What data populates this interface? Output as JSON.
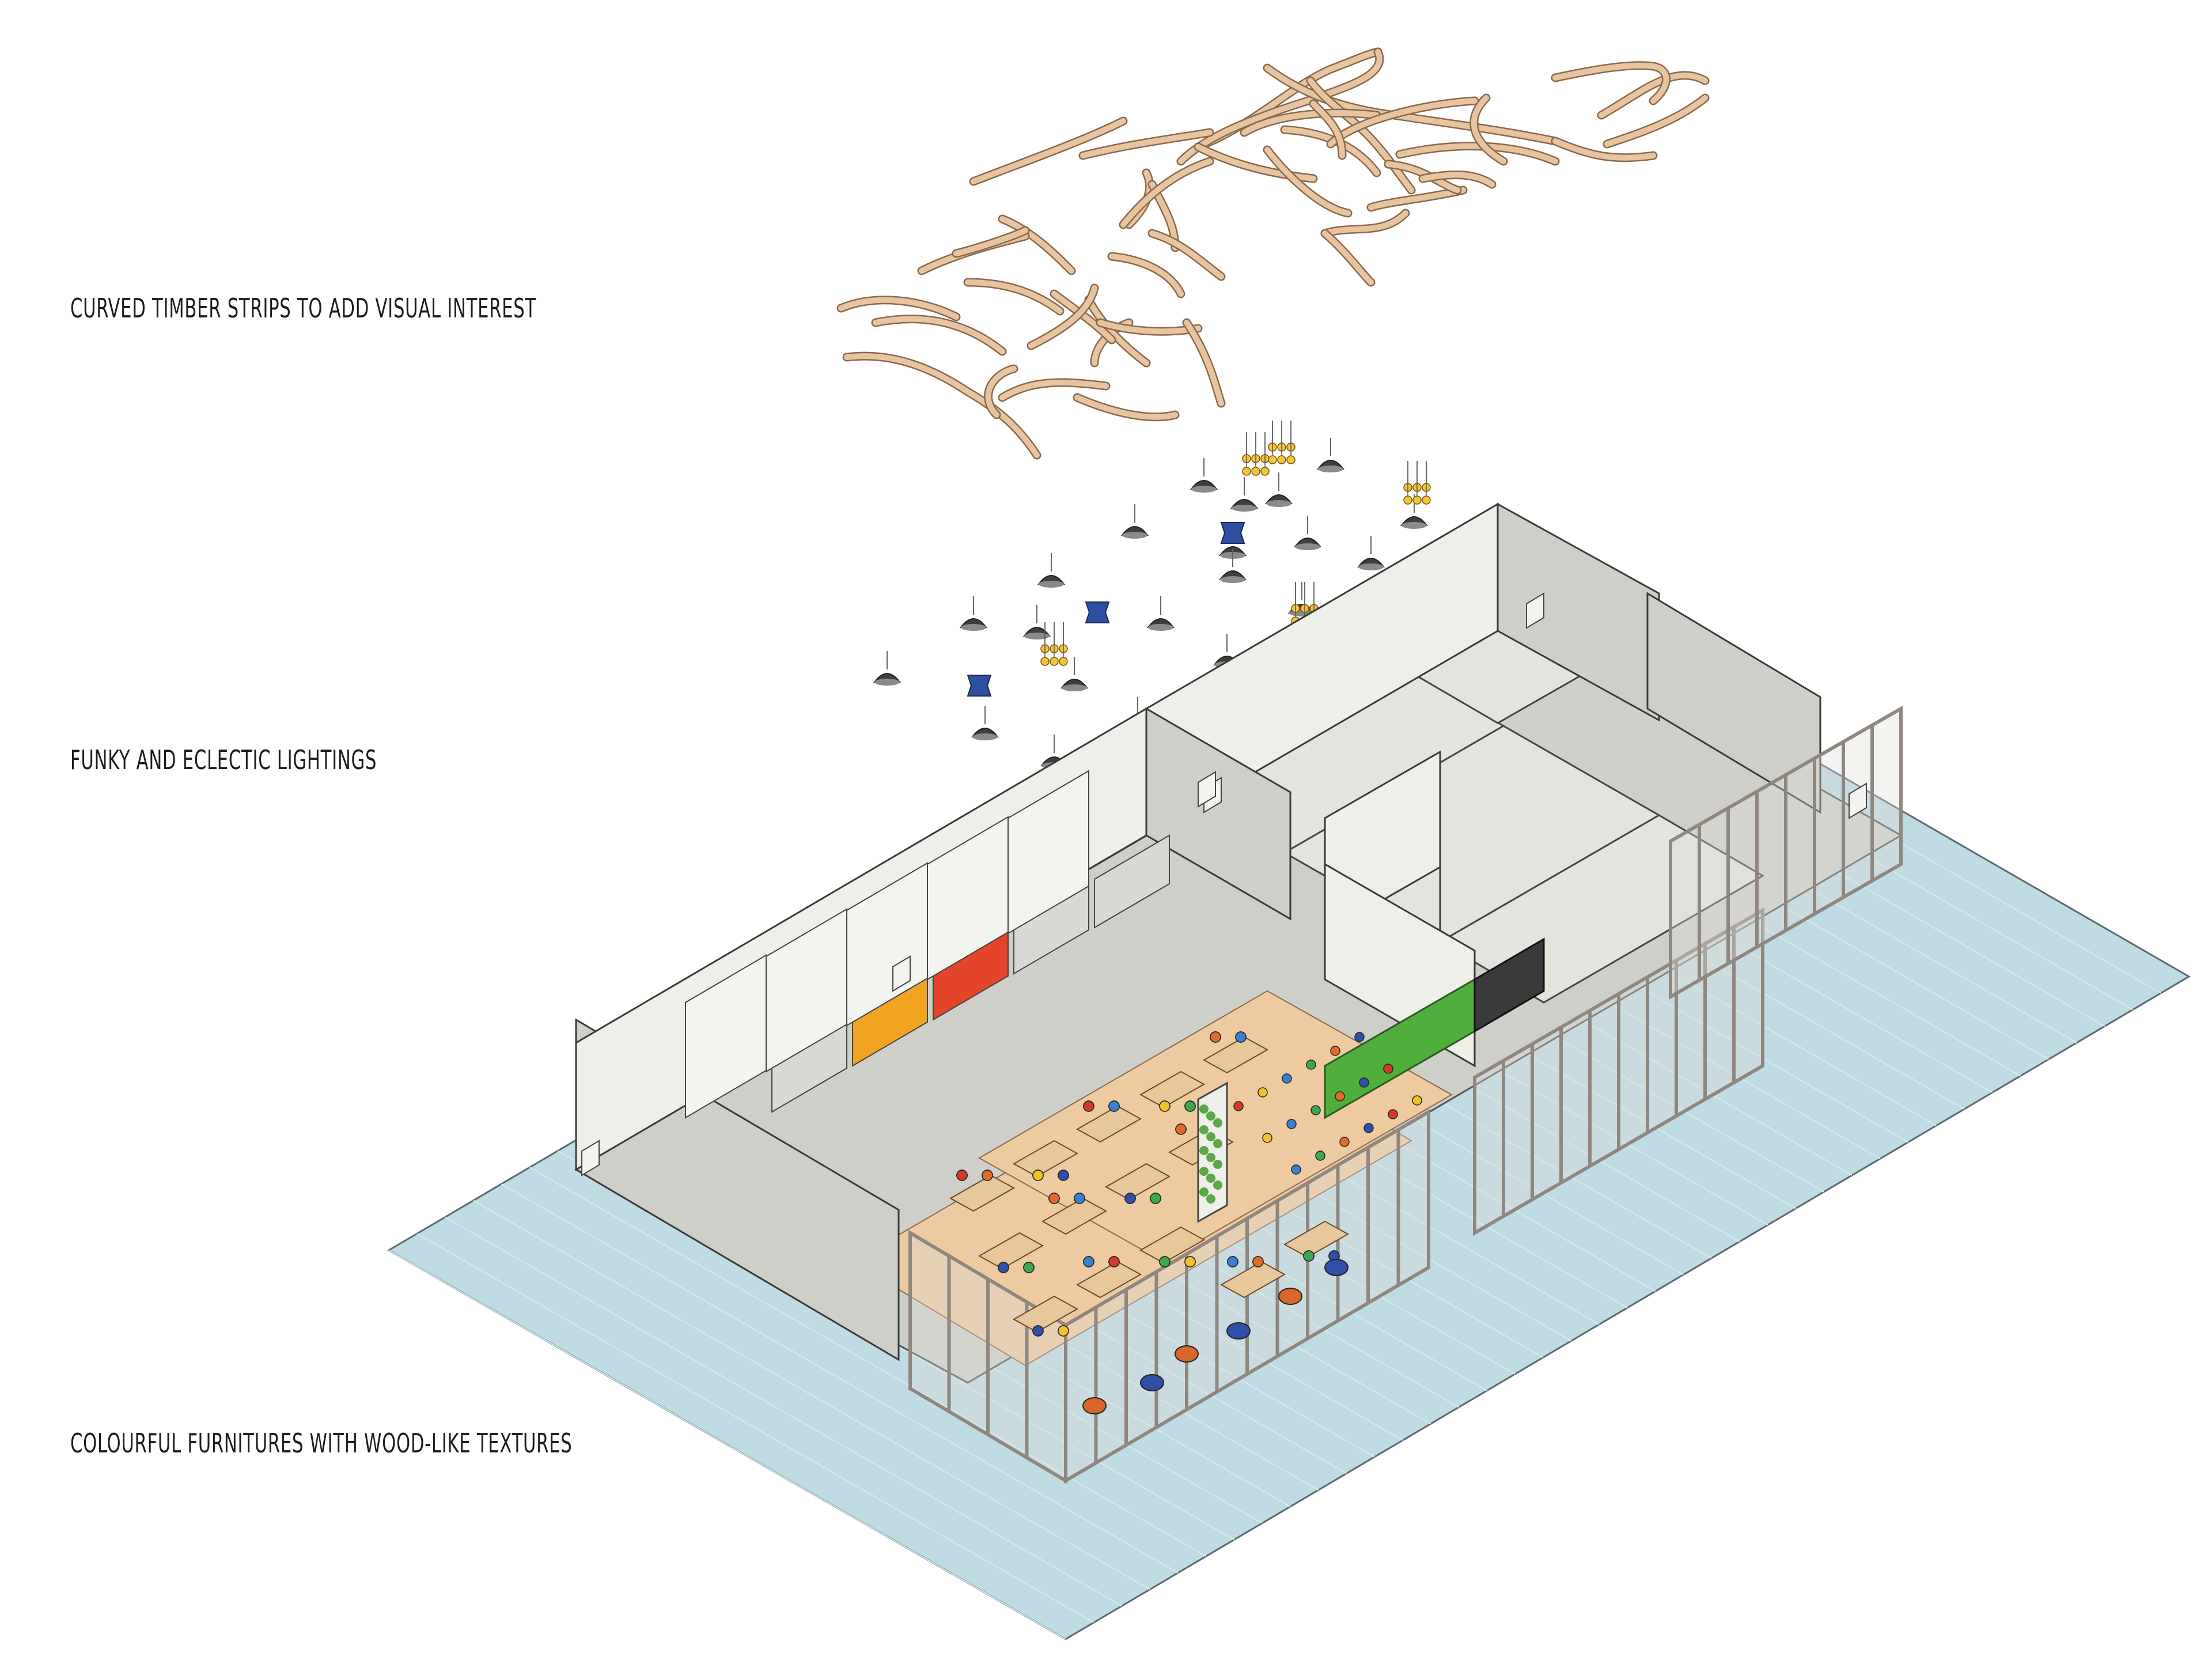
{
  "annotations": {
    "timber": "CURVED TIMBER STRIPS TO ADD VISUAL INTEREST",
    "lighting": "FUNKY AND ECLECTIC LIGHTINGS",
    "furniture": "COLOURFUL FURNITURES WITH WOOD-LIKE TEXTURES"
  },
  "palette": {
    "timber": "#e8c5a0",
    "timber_edge": "#8a6a4c",
    "ground": "#bfdbe4",
    "wall": "#efefea",
    "wall_shade": "#cfcfc9",
    "floor": "#edcaa0",
    "glazing": "#8f8780",
    "kitchen_green": "#4fae3c",
    "stall_orange": "#f2a420",
    "chair_colors": [
      "#d33a2c",
      "#f2c22a",
      "#3a7fd0",
      "#3da650",
      "#e46a2a",
      "#2f4fa8"
    ]
  }
}
